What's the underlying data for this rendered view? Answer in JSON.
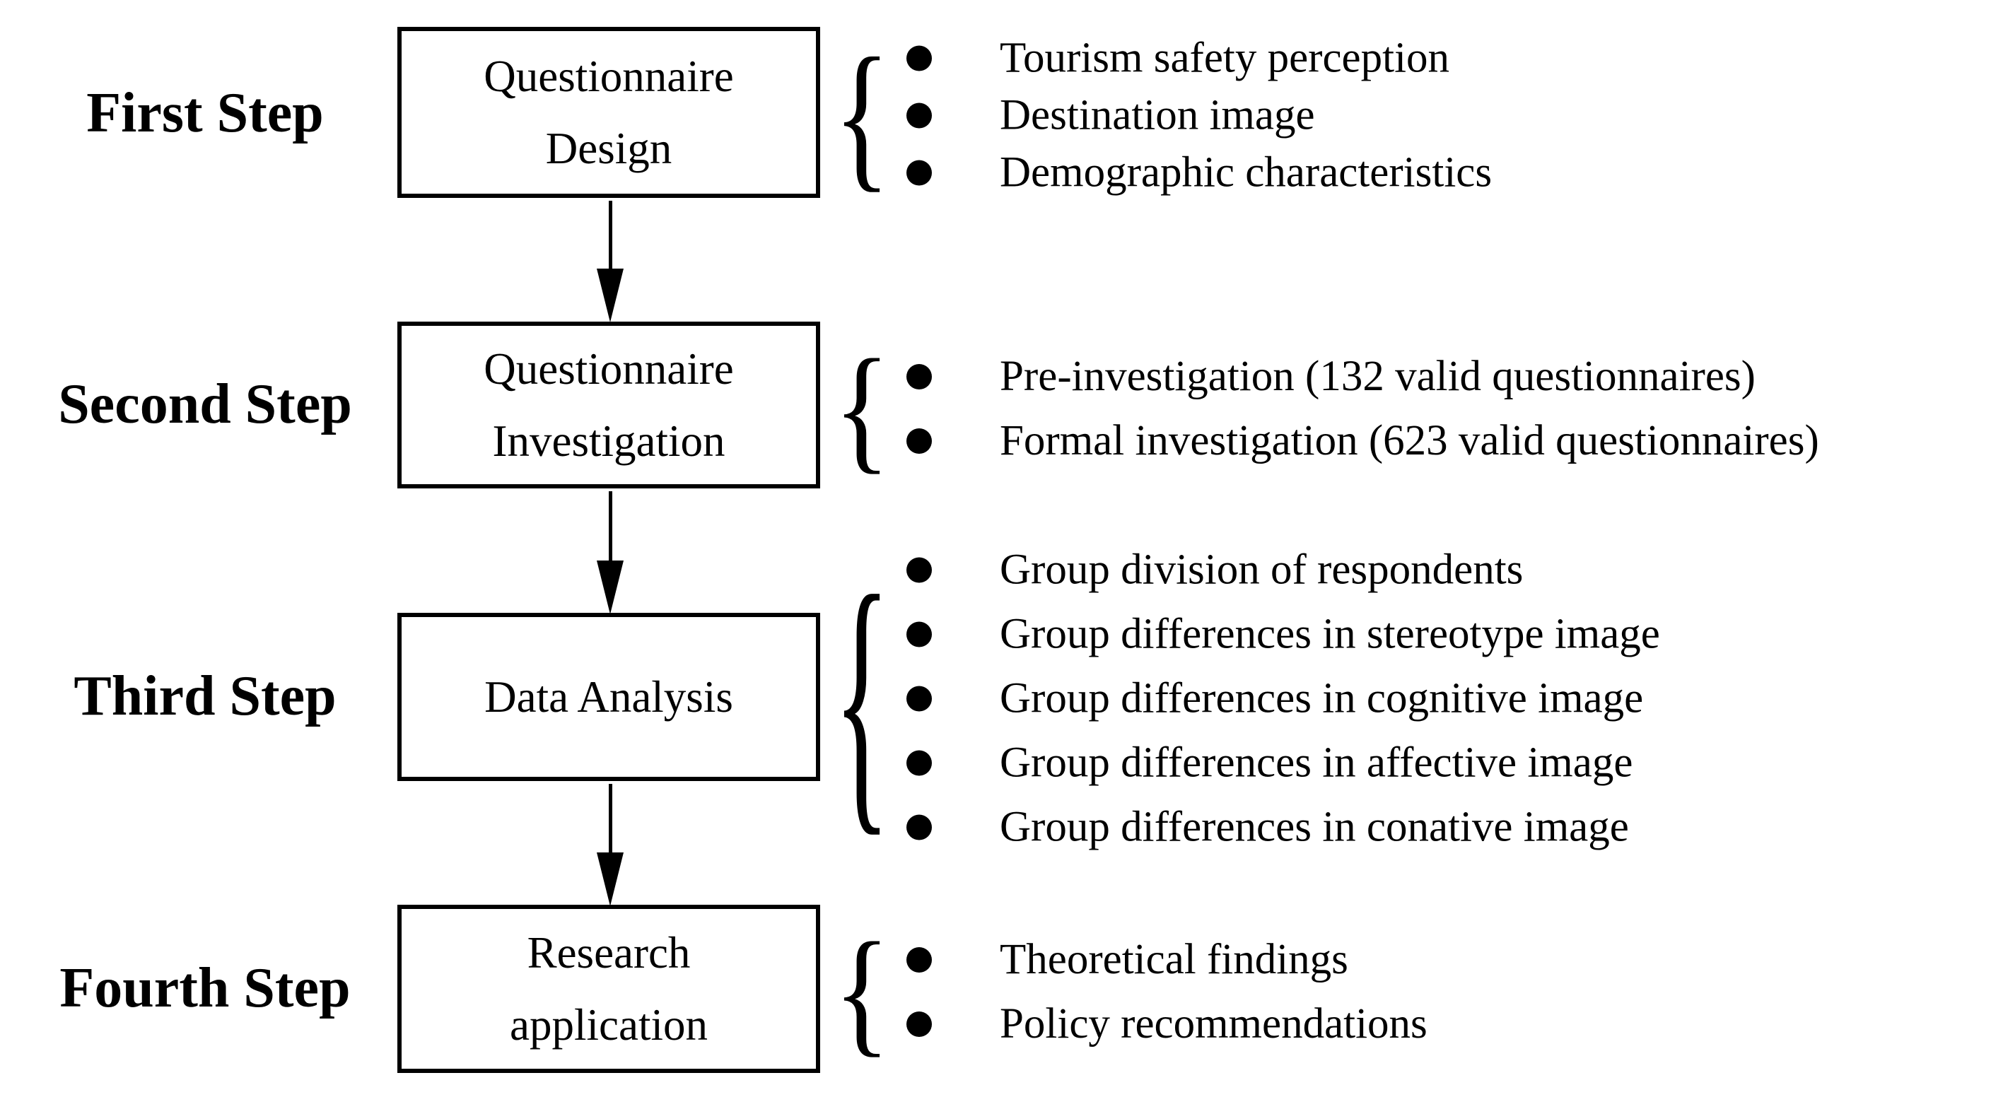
{
  "figure": {
    "colors": {
      "foreground": "#000000",
      "background": "#ffffff"
    },
    "icons": {
      "brace": "{",
      "bullet": "●"
    },
    "steps": [
      {
        "label": "First Step",
        "box": "Questionnaire\nDesign",
        "bullets": [
          "Tourism safety perception",
          "Destination image",
          "Demographic characteristics"
        ]
      },
      {
        "label": "Second Step",
        "box": "Questionnaire\nInvestigation",
        "bullets": [
          "Pre-investigation (132 valid questionnaires)",
          "Formal investigation (623 valid questionnaires)"
        ]
      },
      {
        "label": "Third Step",
        "box": "Data Analysis",
        "bullets": [
          "Group division of respondents",
          "Group differences in stereotype image",
          "Group differences in cognitive image",
          "Group differences in affective image",
          "Group differences in conative image"
        ]
      },
      {
        "label": "Fourth Step",
        "box": "Research\napplication",
        "bullets": [
          "Theoretical findings",
          "Policy recommendations"
        ]
      }
    ]
  }
}
